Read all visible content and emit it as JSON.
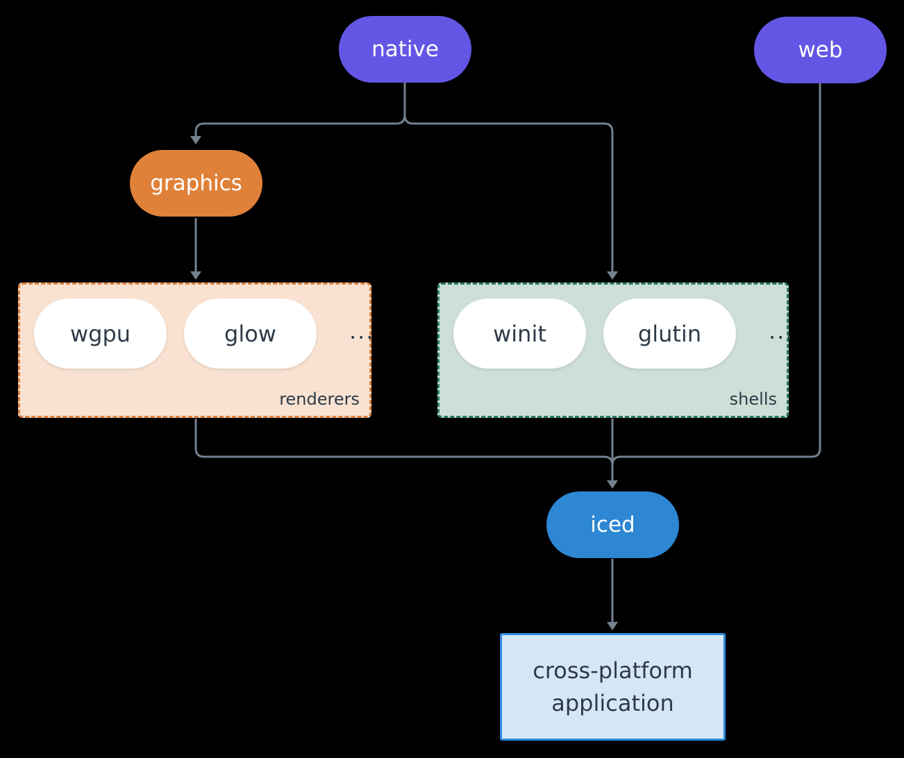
{
  "diagram": {
    "nodes": {
      "native": {
        "label": "native"
      },
      "web": {
        "label": "web"
      },
      "graphics": {
        "label": "graphics"
      },
      "iced": {
        "label": "iced"
      },
      "application": {
        "line1": "cross-platform",
        "line2": "application"
      }
    },
    "groups": {
      "renderers": {
        "label": "renderers",
        "items": [
          "wgpu",
          "glow"
        ],
        "ellipsis": "..."
      },
      "shells": {
        "label": "shells",
        "items": [
          "winit",
          "glutin"
        ],
        "ellipsis": "..."
      }
    },
    "edges": [
      {
        "from": "native",
        "to": "graphics"
      },
      {
        "from": "native",
        "to": "shells"
      },
      {
        "from": "graphics",
        "to": "renderers"
      },
      {
        "from": "renderers",
        "to": "iced"
      },
      {
        "from": "shells",
        "to": "iced"
      },
      {
        "from": "web",
        "to": "iced"
      },
      {
        "from": "iced",
        "to": "application"
      }
    ],
    "colors": {
      "background": "#000000",
      "purple": "#6356E4",
      "orange": "#E0813A",
      "blue": "#2D87D3",
      "line": "#75818F",
      "node-text": "#FFFFFF",
      "pill-fill": "#FFFFFF",
      "pill-text": "#2E3A47",
      "label-text": "#2E3A47",
      "renderers-fill": "#F9E2D1",
      "renderers-border": "#E0813A",
      "shells-fill": "#CEDFD8",
      "shells-border": "#267A67",
      "app-fill": "#D5E7F7",
      "app-border": "#2E89DC"
    }
  }
}
